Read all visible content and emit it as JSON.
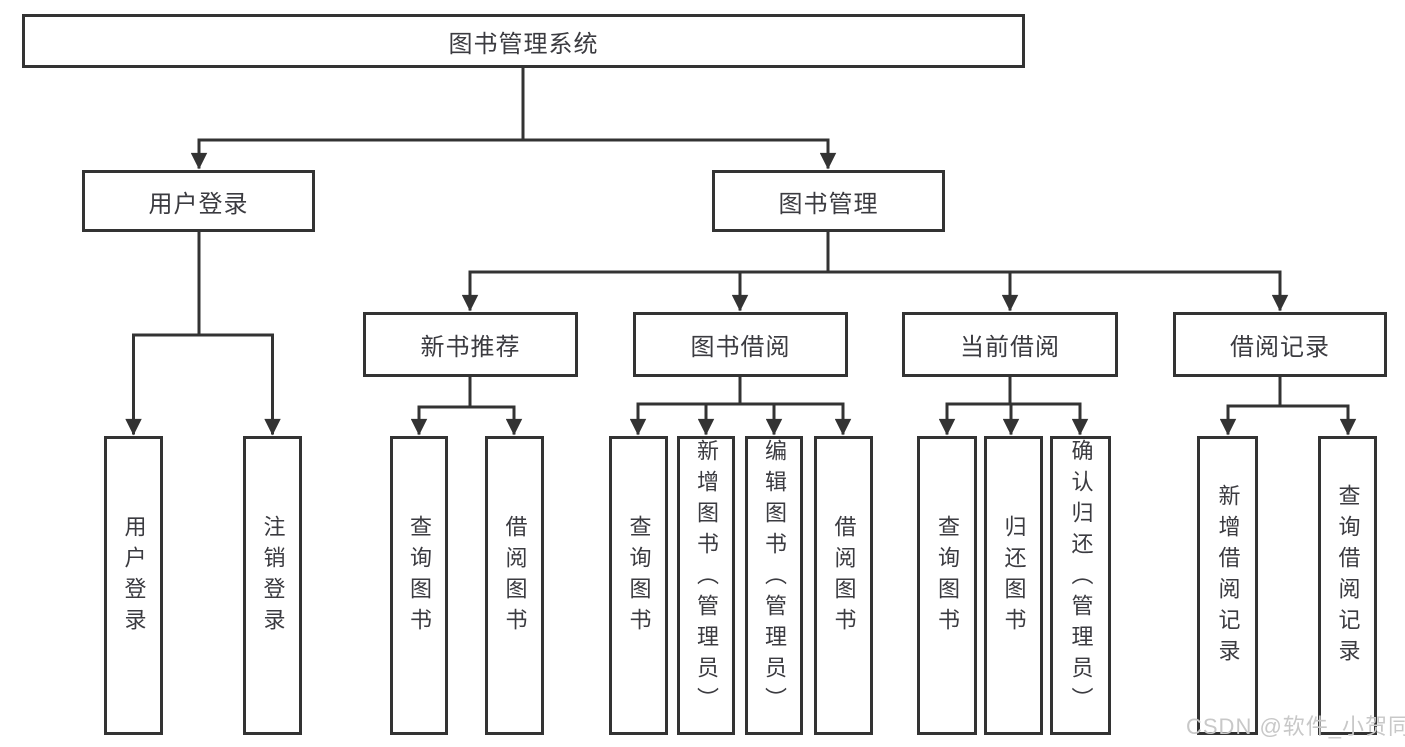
{
  "tree": {
    "label": "图书管理系统",
    "children": [
      {
        "label": "用户登录",
        "children": [
          {
            "label": "用户登录"
          },
          {
            "label": "注销登录"
          }
        ]
      },
      {
        "label": "图书管理",
        "children": [
          {
            "label": "新书推荐",
            "children": [
              {
                "label": "查询图书"
              },
              {
                "label": "借阅图书"
              }
            ]
          },
          {
            "label": "图书借阅",
            "children": [
              {
                "label": "查询图书"
              },
              {
                "label": "新增图书（管理员）"
              },
              {
                "label": "编辑图书（管理员）"
              },
              {
                "label": "借阅图书"
              }
            ]
          },
          {
            "label": "当前借阅",
            "children": [
              {
                "label": "查询图书"
              },
              {
                "label": "归还图书"
              },
              {
                "label": "确认归还（管理员）"
              }
            ]
          },
          {
            "label": "借阅记录",
            "children": [
              {
                "label": "新增借阅记录"
              },
              {
                "label": "查询借阅记录"
              }
            ]
          }
        ]
      }
    ]
  },
  "watermark": {
    "text": "CSDN @软件_小贺同学"
  },
  "colors": {
    "line": "#333333",
    "box_border": "#333333",
    "text": "#3b3b40",
    "watermark": "#c8c8c8",
    "background": "#ffffff"
  }
}
